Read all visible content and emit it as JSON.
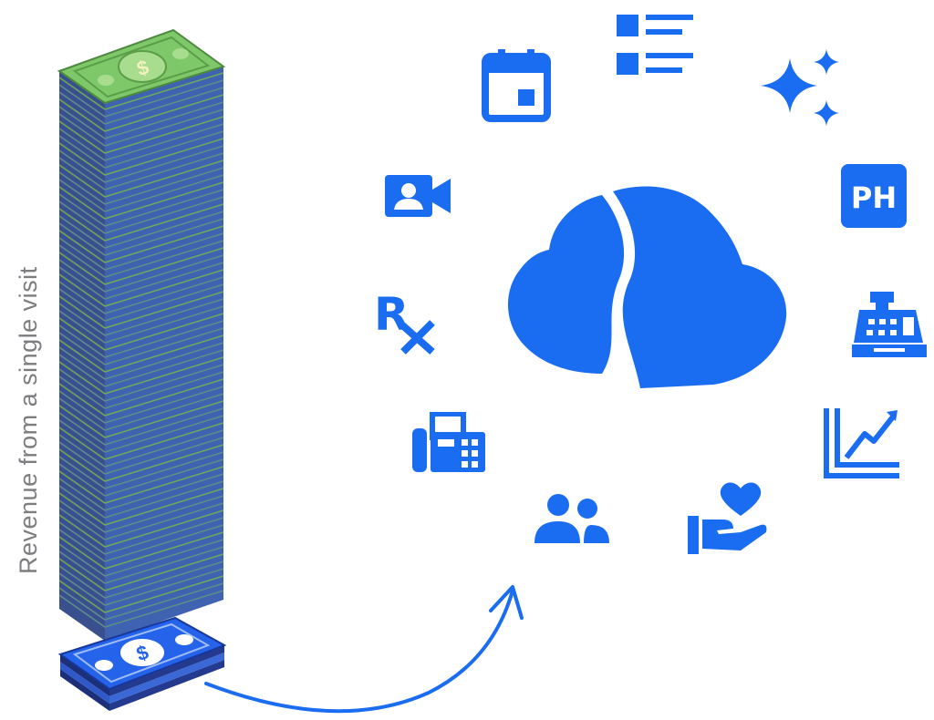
{
  "side_label": "Revenue from a single visit",
  "bills": {
    "currency_symbol": "$"
  },
  "cloud": {
    "name": "cloud-logo"
  },
  "icons": [
    "calendar-icon",
    "list-icon",
    "sparkle-icon",
    "video-call-icon",
    "ph-badge-icon",
    "rx-icon",
    "cash-register-icon",
    "fax-icon",
    "growth-chart-icon",
    "people-icon",
    "hand-heart-icon",
    "curved-arrow-icon"
  ],
  "badge_text": "PH",
  "rx_text": "R",
  "colors": {
    "accent": "#1a6cf0",
    "bill_green": "#79c767",
    "stack_side": "#3f5fa8",
    "stack_green": "#6ea85a",
    "label_gray": "#7b7d80"
  }
}
